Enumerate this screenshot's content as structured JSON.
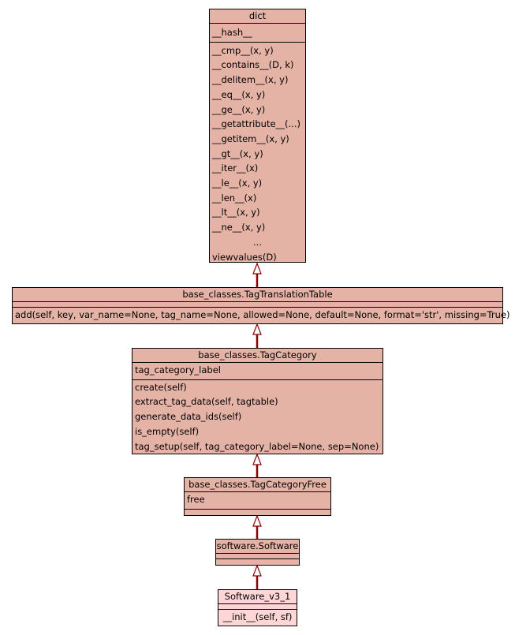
{
  "classes": {
    "dict": {
      "name": "dict",
      "attributes": [
        "__hash__"
      ],
      "methods": [
        "__cmp__(x, y)",
        "__contains__(D, k)",
        "__delitem__(x, y)",
        "__eq__(x, y)",
        "__ge__(x, y)",
        "__getattribute__(...)",
        "__getitem__(x, y)",
        "__gt__(x, y)",
        "__iter__(x)",
        "__le__(x, y)",
        "__len__(x)",
        "__lt__(x, y)",
        "__ne__(x, y)"
      ],
      "ellipsis": "...",
      "last_method": "viewvalues(D)"
    },
    "tag_translation_table": {
      "name": "base_classes.TagTranslationTable",
      "methods": [
        "add(self, key, var_name=None, tag_name=None, allowed=None, default=None, format='str', missing=True)"
      ]
    },
    "tag_category": {
      "name": "base_classes.TagCategory",
      "attributes": [
        "tag_category_label"
      ],
      "methods": [
        "create(self)",
        "extract_tag_data(self, tagtable)",
        "generate_data_ids(self)",
        "is_empty(self)",
        "tag_setup(self, tag_category_label=None, sep=None)"
      ]
    },
    "tag_category_free": {
      "name": "base_classes.TagCategoryFree",
      "attributes": [
        "free"
      ]
    },
    "software": {
      "name": "software.Software"
    },
    "software_v3_1": {
      "name": "Software_v3_1",
      "methods": [
        "__init__(self, sf)"
      ]
    }
  },
  "colors": {
    "base": "#e4b3a6",
    "focus": "#ffd6d6",
    "edge": "#8b0000"
  }
}
